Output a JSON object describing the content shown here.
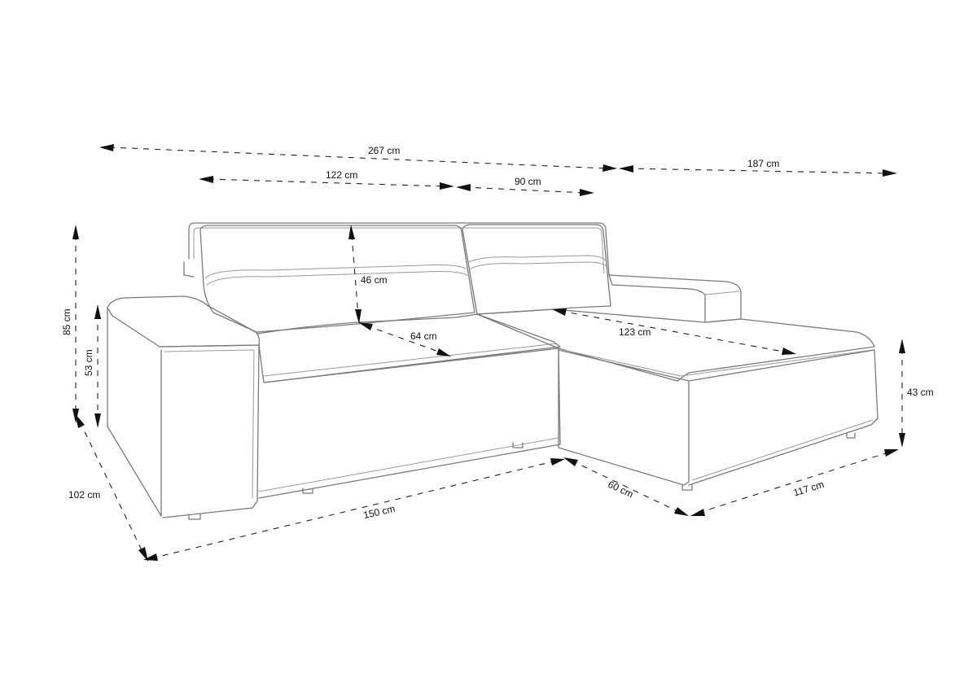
{
  "dimensions": {
    "total_length": "267 cm",
    "chaise_length": "187 cm",
    "seat_width_left": "122 cm",
    "seat_width_right": "90 cm",
    "total_height": "85 cm",
    "armrest_height": "53 cm",
    "backrest_height": "46 cm",
    "seat_depth": "64 cm",
    "chaise_seat_length": "123 cm",
    "chaise_height": "43 cm",
    "sofa_depth": "102 cm",
    "front_length": "150 cm",
    "chaise_front_width": "60 cm",
    "chaise_side_length": "117 cm"
  }
}
